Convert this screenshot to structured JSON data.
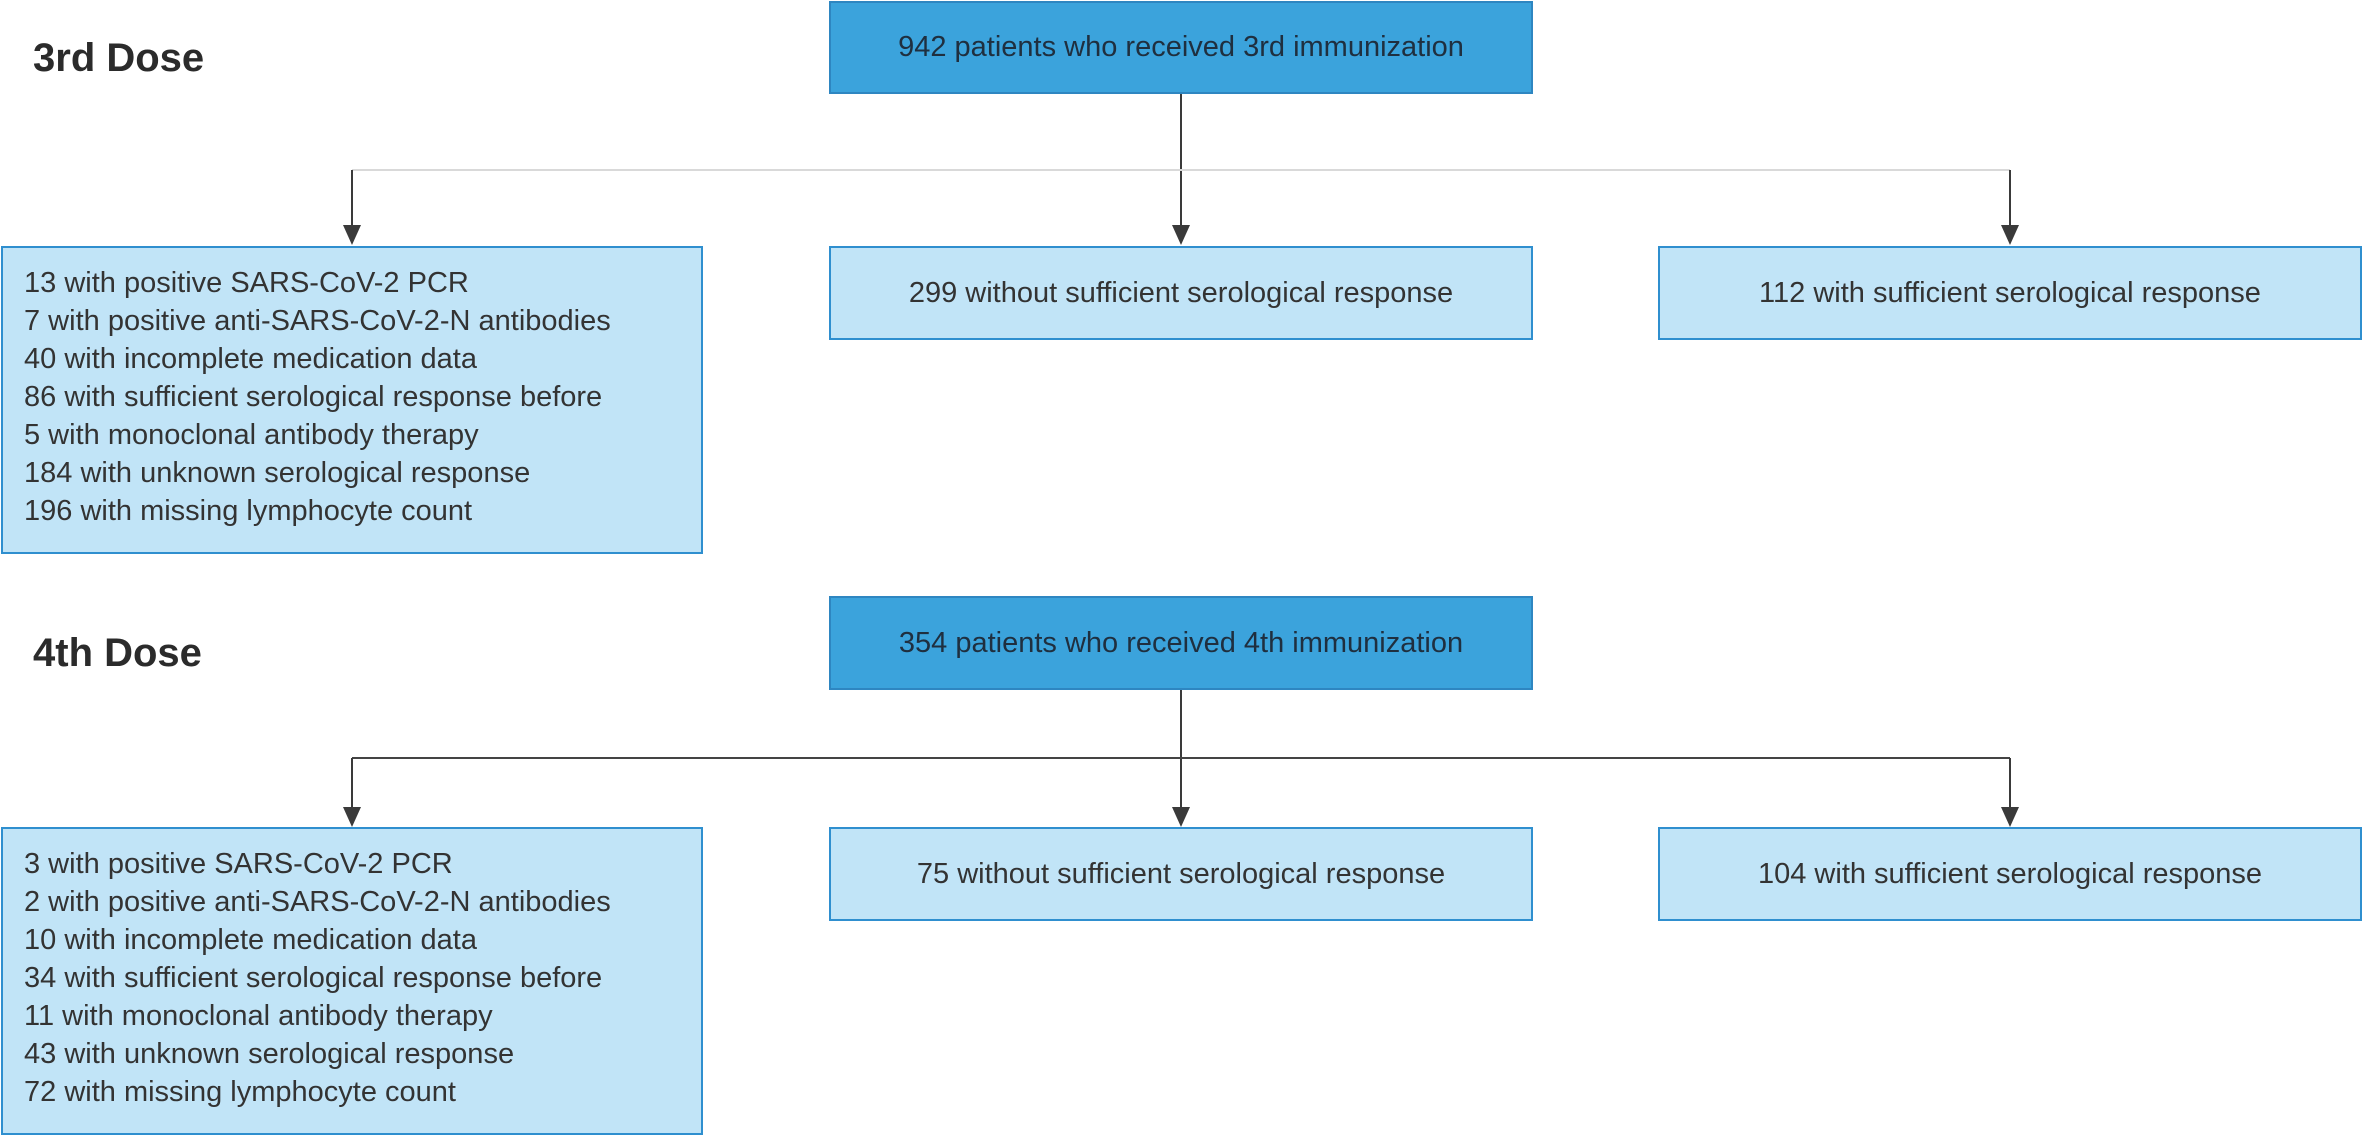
{
  "sections": [
    {
      "heading": "3rd Dose",
      "top_box": "942 patients who received 3rd immunization",
      "excluded": [
        "13 with positive SARS-CoV-2 PCR",
        "7 with positive anti-SARS-CoV-2-N antibodies",
        "40 with incomplete medication data",
        "86 with sufficient serological response before",
        "5 with monoclonal antibody therapy",
        "184 with unknown serological response",
        "196 with missing lymphocyte count"
      ],
      "without_response": "299 without sufficient serological response",
      "with_response": "112 with sufficient serological response"
    },
    {
      "heading": "4th Dose",
      "top_box": "354 patients who received 4th immunization",
      "excluded": [
        "3 with positive SARS-CoV-2 PCR",
        "2 with positive anti-SARS-CoV-2-N antibodies",
        "10 with incomplete medication data",
        "34 with sufficient serological response before",
        "11 with monoclonal antibody therapy",
        "43 with unknown serological response",
        "72 with missing lymphocyte count"
      ],
      "without_response": "75 without sufficient serological response",
      "with_response": "104 with sufficient serological response"
    }
  ],
  "colors": {
    "top_box_fill": "#3ba3dc",
    "box_fill": "#c1e4f7",
    "box_border": "#2f8fcf",
    "connector_3rd": "#d9d9d9",
    "connector_4th": "#444444",
    "arrow": "#3a3a3a"
  }
}
